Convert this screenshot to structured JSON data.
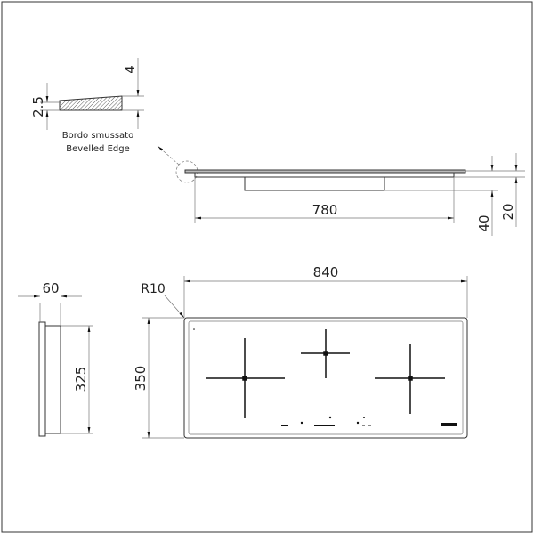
{
  "detail": {
    "dim_thickness": "2.5",
    "dim_total": "4",
    "caption_it": "Bordo smussato",
    "caption_en": "Bevelled Edge"
  },
  "side_view": {
    "width": "780",
    "height_total": "40",
    "height_top": "20"
  },
  "top_view": {
    "width": "840",
    "depth": "350",
    "radius": "R10"
  },
  "end_view": {
    "width": "60",
    "depth": "325"
  },
  "colors": {
    "line": "#333333",
    "background": "#ffffff"
  }
}
